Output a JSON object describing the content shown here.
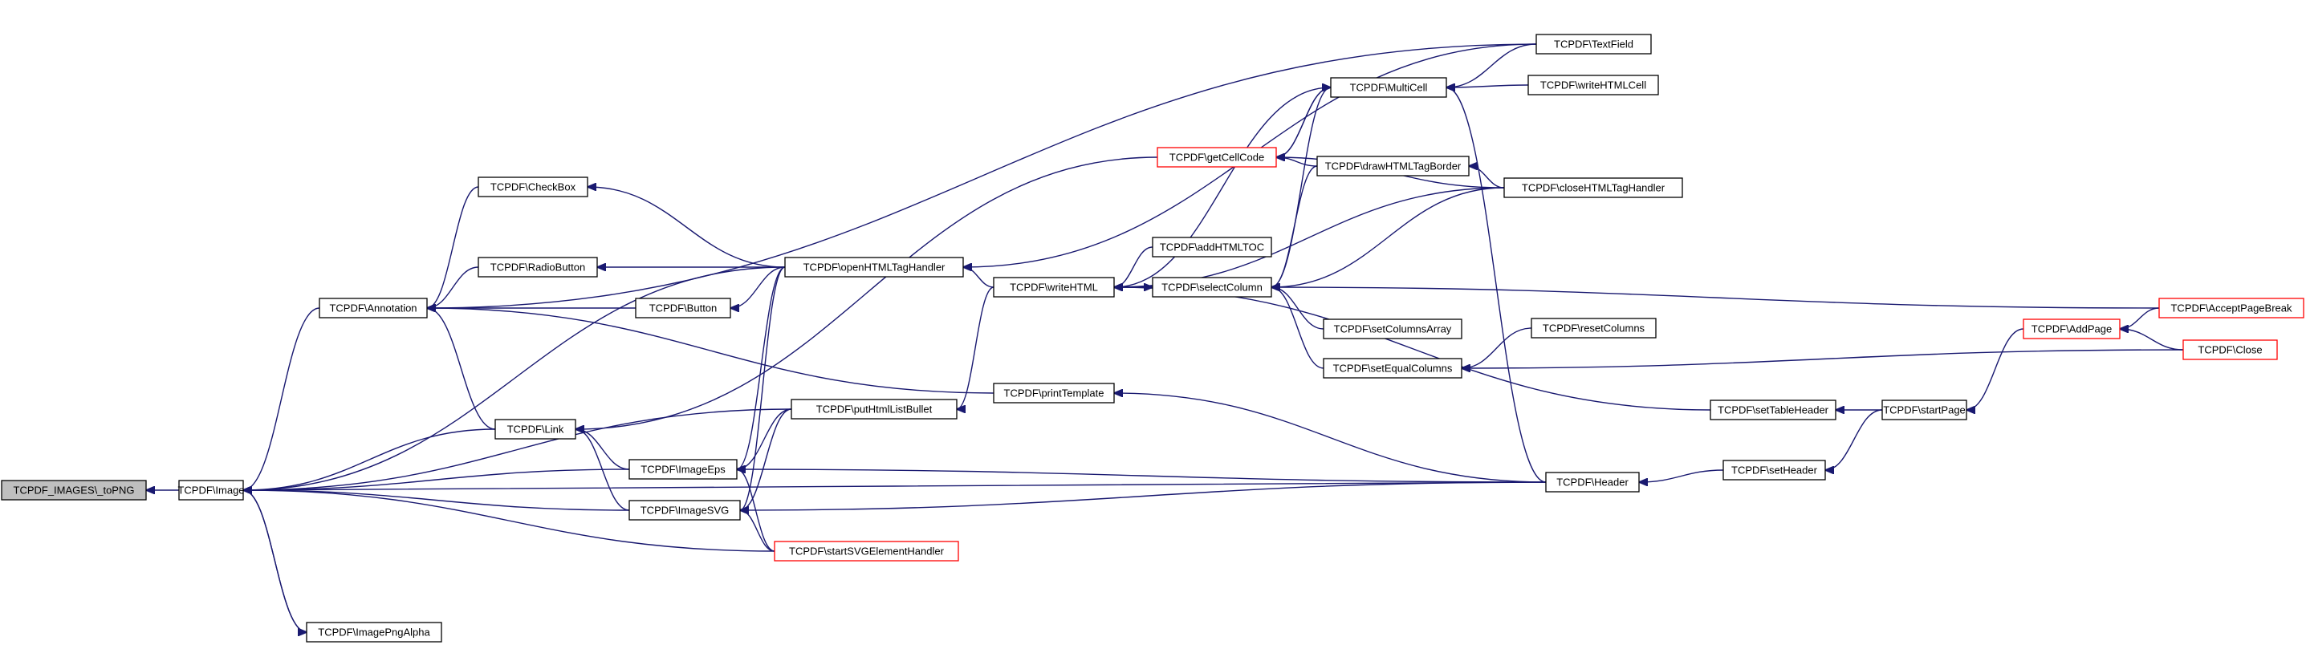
{
  "nodes": [
    {
      "id": "toPNG",
      "label": "TCPDF_IMAGES\\_toPNG",
      "style": "focus"
    },
    {
      "id": "Image",
      "label": "TCPDF\\Image",
      "style": "normal"
    },
    {
      "id": "Annotation",
      "label": "TCPDF\\Annotation",
      "style": "normal"
    },
    {
      "id": "ImagePngAlpha",
      "label": "TCPDF\\ImagePngAlpha",
      "style": "normal"
    },
    {
      "id": "CheckBox",
      "label": "TCPDF\\CheckBox",
      "style": "normal"
    },
    {
      "id": "RadioButton",
      "label": "TCPDF\\RadioButton",
      "style": "normal"
    },
    {
      "id": "Link",
      "label": "TCPDF\\Link",
      "style": "normal"
    },
    {
      "id": "Button",
      "label": "TCPDF\\Button",
      "style": "normal"
    },
    {
      "id": "ImageEps",
      "label": "TCPDF\\ImageEps",
      "style": "normal"
    },
    {
      "id": "ImageSVG",
      "label": "TCPDF\\ImageSVG",
      "style": "normal"
    },
    {
      "id": "openHTMLTagHandler",
      "label": "TCPDF\\openHTMLTagHandler",
      "style": "normal"
    },
    {
      "id": "putHtmlListBullet",
      "label": "TCPDF\\putHtmlListBullet",
      "style": "normal"
    },
    {
      "id": "startSVGElementHandler",
      "label": "TCPDF\\startSVGElementHandler",
      "style": "truncated"
    },
    {
      "id": "printTemplate",
      "label": "TCPDF\\printTemplate",
      "style": "normal"
    },
    {
      "id": "writeHTML",
      "label": "TCPDF\\writeHTML",
      "style": "normal"
    },
    {
      "id": "getCellCode",
      "label": "TCPDF\\getCellCode",
      "style": "truncated"
    },
    {
      "id": "MultiCell",
      "label": "TCPDF\\MultiCell",
      "style": "normal"
    },
    {
      "id": "addHTMLTOC",
      "label": "TCPDF\\addHTMLTOC",
      "style": "normal"
    },
    {
      "id": "selectColumn",
      "label": "TCPDF\\selectColumn",
      "style": "normal"
    },
    {
      "id": "drawHTMLTagBorder",
      "label": "TCPDF\\drawHTMLTagBorder",
      "style": "normal"
    },
    {
      "id": "setColumnsArray",
      "label": "TCPDF\\setColumnsArray",
      "style": "normal"
    },
    {
      "id": "setEqualColumns",
      "label": "TCPDF\\setEqualColumns",
      "style": "normal"
    },
    {
      "id": "TextField",
      "label": "TCPDF\\TextField",
      "style": "normal"
    },
    {
      "id": "writeHTMLCell",
      "label": "TCPDF\\writeHTMLCell",
      "style": "normal"
    },
    {
      "id": "closeHTMLTagHandler",
      "label": "TCPDF\\closeHTMLTagHandler",
      "style": "normal"
    },
    {
      "id": "resetColumns",
      "label": "TCPDF\\resetColumns",
      "style": "normal"
    },
    {
      "id": "setTableHeader",
      "label": "TCPDF\\setTableHeader",
      "style": "normal"
    },
    {
      "id": "Header",
      "label": "TCPDF\\Header",
      "style": "normal"
    },
    {
      "id": "setHeader",
      "label": "TCPDF\\setHeader",
      "style": "normal"
    },
    {
      "id": "startPage",
      "label": "TCPDF\\startPage",
      "style": "normal"
    },
    {
      "id": "AddPage",
      "label": "TCPDF\\AddPage",
      "style": "truncated"
    },
    {
      "id": "AcceptPageBreak",
      "label": "TCPDF\\AcceptPageBreak",
      "style": "truncated"
    },
    {
      "id": "Close",
      "label": "TCPDF\\Close",
      "style": "truncated"
    }
  ],
  "edges": [
    {
      "from": "Image",
      "to": "toPNG"
    },
    {
      "from": "Annotation",
      "to": "Image"
    },
    {
      "from": "ImagePngAlpha",
      "to": "Image"
    },
    {
      "from": "Image",
      "to": "ImagePngAlpha"
    },
    {
      "from": "Link",
      "to": "Image"
    },
    {
      "from": "ImageEps",
      "to": "Image"
    },
    {
      "from": "ImageSVG",
      "to": "Image"
    },
    {
      "from": "openHTMLTagHandler",
      "to": "Image"
    },
    {
      "from": "putHtmlListBullet",
      "to": "Image"
    },
    {
      "from": "startSVGElementHandler",
      "to": "Image"
    },
    {
      "from": "Header",
      "to": "Image"
    },
    {
      "from": "CheckBox",
      "to": "Annotation"
    },
    {
      "from": "RadioButton",
      "to": "Annotation"
    },
    {
      "from": "Button",
      "to": "Annotation"
    },
    {
      "from": "Link",
      "to": "Annotation"
    },
    {
      "from": "printTemplate",
      "to": "Annotation"
    },
    {
      "from": "TextField",
      "to": "Annotation"
    },
    {
      "from": "openHTMLTagHandler",
      "to": "CheckBox"
    },
    {
      "from": "openHTMLTagHandler",
      "to": "RadioButton"
    },
    {
      "from": "openHTMLTagHandler",
      "to": "Button"
    },
    {
      "from": "ImageEps",
      "to": "Link"
    },
    {
      "from": "ImageSVG",
      "to": "Link"
    },
    {
      "from": "getCellCode",
      "to": "Link"
    },
    {
      "from": "putHtmlListBullet",
      "to": "ImageEps"
    },
    {
      "from": "openHTMLTagHandler",
      "to": "ImageEps"
    },
    {
      "from": "startSVGElementHandler",
      "to": "ImageEps"
    },
    {
      "from": "Header",
      "to": "ImageEps"
    },
    {
      "from": "putHtmlListBullet",
      "to": "ImageSVG"
    },
    {
      "from": "openHTMLTagHandler",
      "to": "ImageSVG"
    },
    {
      "from": "startSVGElementHandler",
      "to": "ImageSVG"
    },
    {
      "from": "Header",
      "to": "ImageSVG"
    },
    {
      "from": "writeHTML",
      "to": "openHTMLTagHandler"
    },
    {
      "from": "writeHTML",
      "to": "putHtmlListBullet"
    },
    {
      "from": "Header",
      "to": "printTemplate"
    },
    {
      "from": "TextField",
      "to": "openHTMLTagHandler"
    },
    {
      "from": "MultiCell",
      "to": "writeHTML"
    },
    {
      "from": "writeHTMLCell",
      "to": "MultiCell"
    },
    {
      "from": "TextField",
      "to": "MultiCell"
    },
    {
      "from": "MultiCell",
      "to": "getCellCode"
    },
    {
      "from": "getCellCode",
      "to": "MultiCell"
    },
    {
      "from": "drawHTMLTagBorder",
      "to": "getCellCode"
    },
    {
      "from": "closeHTMLTagHandler",
      "to": "getCellCode"
    },
    {
      "from": "Header",
      "to": "MultiCell"
    },
    {
      "from": "addHTMLTOC",
      "to": "writeHTML"
    },
    {
      "from": "selectColumn",
      "to": "writeHTML"
    },
    {
      "from": "writeHTML",
      "to": "selectColumn"
    },
    {
      "from": "closeHTMLTagHandler",
      "to": "writeHTML"
    },
    {
      "from": "setTableHeader",
      "to": "writeHTML"
    },
    {
      "from": "MultiCell",
      "to": "selectColumn"
    },
    {
      "from": "drawHTMLTagBorder",
      "to": "selectColumn"
    },
    {
      "from": "closeHTMLTagHandler",
      "to": "selectColumn"
    },
    {
      "from": "AcceptPageBreak",
      "to": "selectColumn"
    },
    {
      "from": "setColumnsArray",
      "to": "selectColumn"
    },
    {
      "from": "setEqualColumns",
      "to": "selectColumn"
    },
    {
      "from": "closeHTMLTagHandler",
      "to": "drawHTMLTagBorder"
    },
    {
      "from": "resetColumns",
      "to": "setEqualColumns"
    },
    {
      "from": "Close",
      "to": "setEqualColumns"
    },
    {
      "from": "startPage",
      "to": "setTableHeader"
    },
    {
      "from": "setHeader",
      "to": "Header"
    },
    {
      "from": "startPage",
      "to": "setHeader"
    },
    {
      "from": "AddPage",
      "to": "startPage"
    },
    {
      "from": "AcceptPageBreak",
      "to": "AddPage"
    },
    {
      "from": "Close",
      "to": "AddPage"
    }
  ],
  "colors": {
    "edge": "#191970",
    "focus_fill": "#bfbfbf",
    "node_fill": "#ffffff",
    "node_border": "#000000",
    "truncated_border": "#ff0000"
  }
}
